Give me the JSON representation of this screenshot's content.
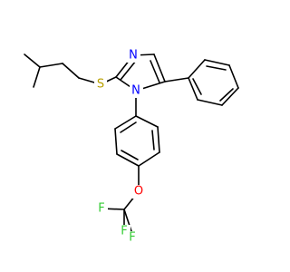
{
  "molecule": {
    "atoms": {
      "n_ring_top": {
        "symbol": "N",
        "color": "#0000ff"
      },
      "n_ring_sub": {
        "symbol": "N",
        "color": "#0000ff"
      },
      "sulfur": {
        "symbol": "S",
        "color": "#b8a000"
      },
      "oxygen": {
        "symbol": "O",
        "color": "#ff0000"
      },
      "fluorine_left": {
        "symbol": "F",
        "color": "#33cc33"
      },
      "fluorine_top": {
        "symbol": "F",
        "color": "#33cc33"
      },
      "fluorine_bottom": {
        "symbol": "F",
        "color": "#33cc33"
      }
    }
  }
}
